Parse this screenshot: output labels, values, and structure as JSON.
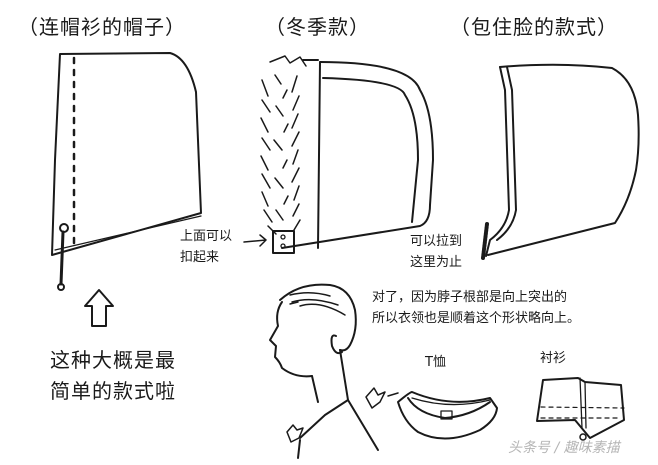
{
  "titles": {
    "hoodie_hood": "（连帽衫的帽子）",
    "winter_style": "（冬季款）",
    "face_covering_style": "（包住脸的款式）"
  },
  "annotations": {
    "snap_button_line1": "上面可以",
    "snap_button_line2": "扣起来",
    "zipper_line1": "可以拉到",
    "zipper_line2": "这里为止",
    "neck_explanation_line1": "对了，因为脖子根部是向上突出的",
    "neck_explanation_line2": "所以衣领也是顺着这个形状略向上。",
    "simplest_line1": "这种大概是最",
    "simplest_line2": "简单的款式啦"
  },
  "collar_labels": {
    "tshirt": "T恤",
    "shirt": "衬衫"
  },
  "watermark": "头条号 / 趣味素描",
  "colors": {
    "ink": "#1a1a1a",
    "background": "#ffffff",
    "watermark": "#b5b5b5"
  }
}
